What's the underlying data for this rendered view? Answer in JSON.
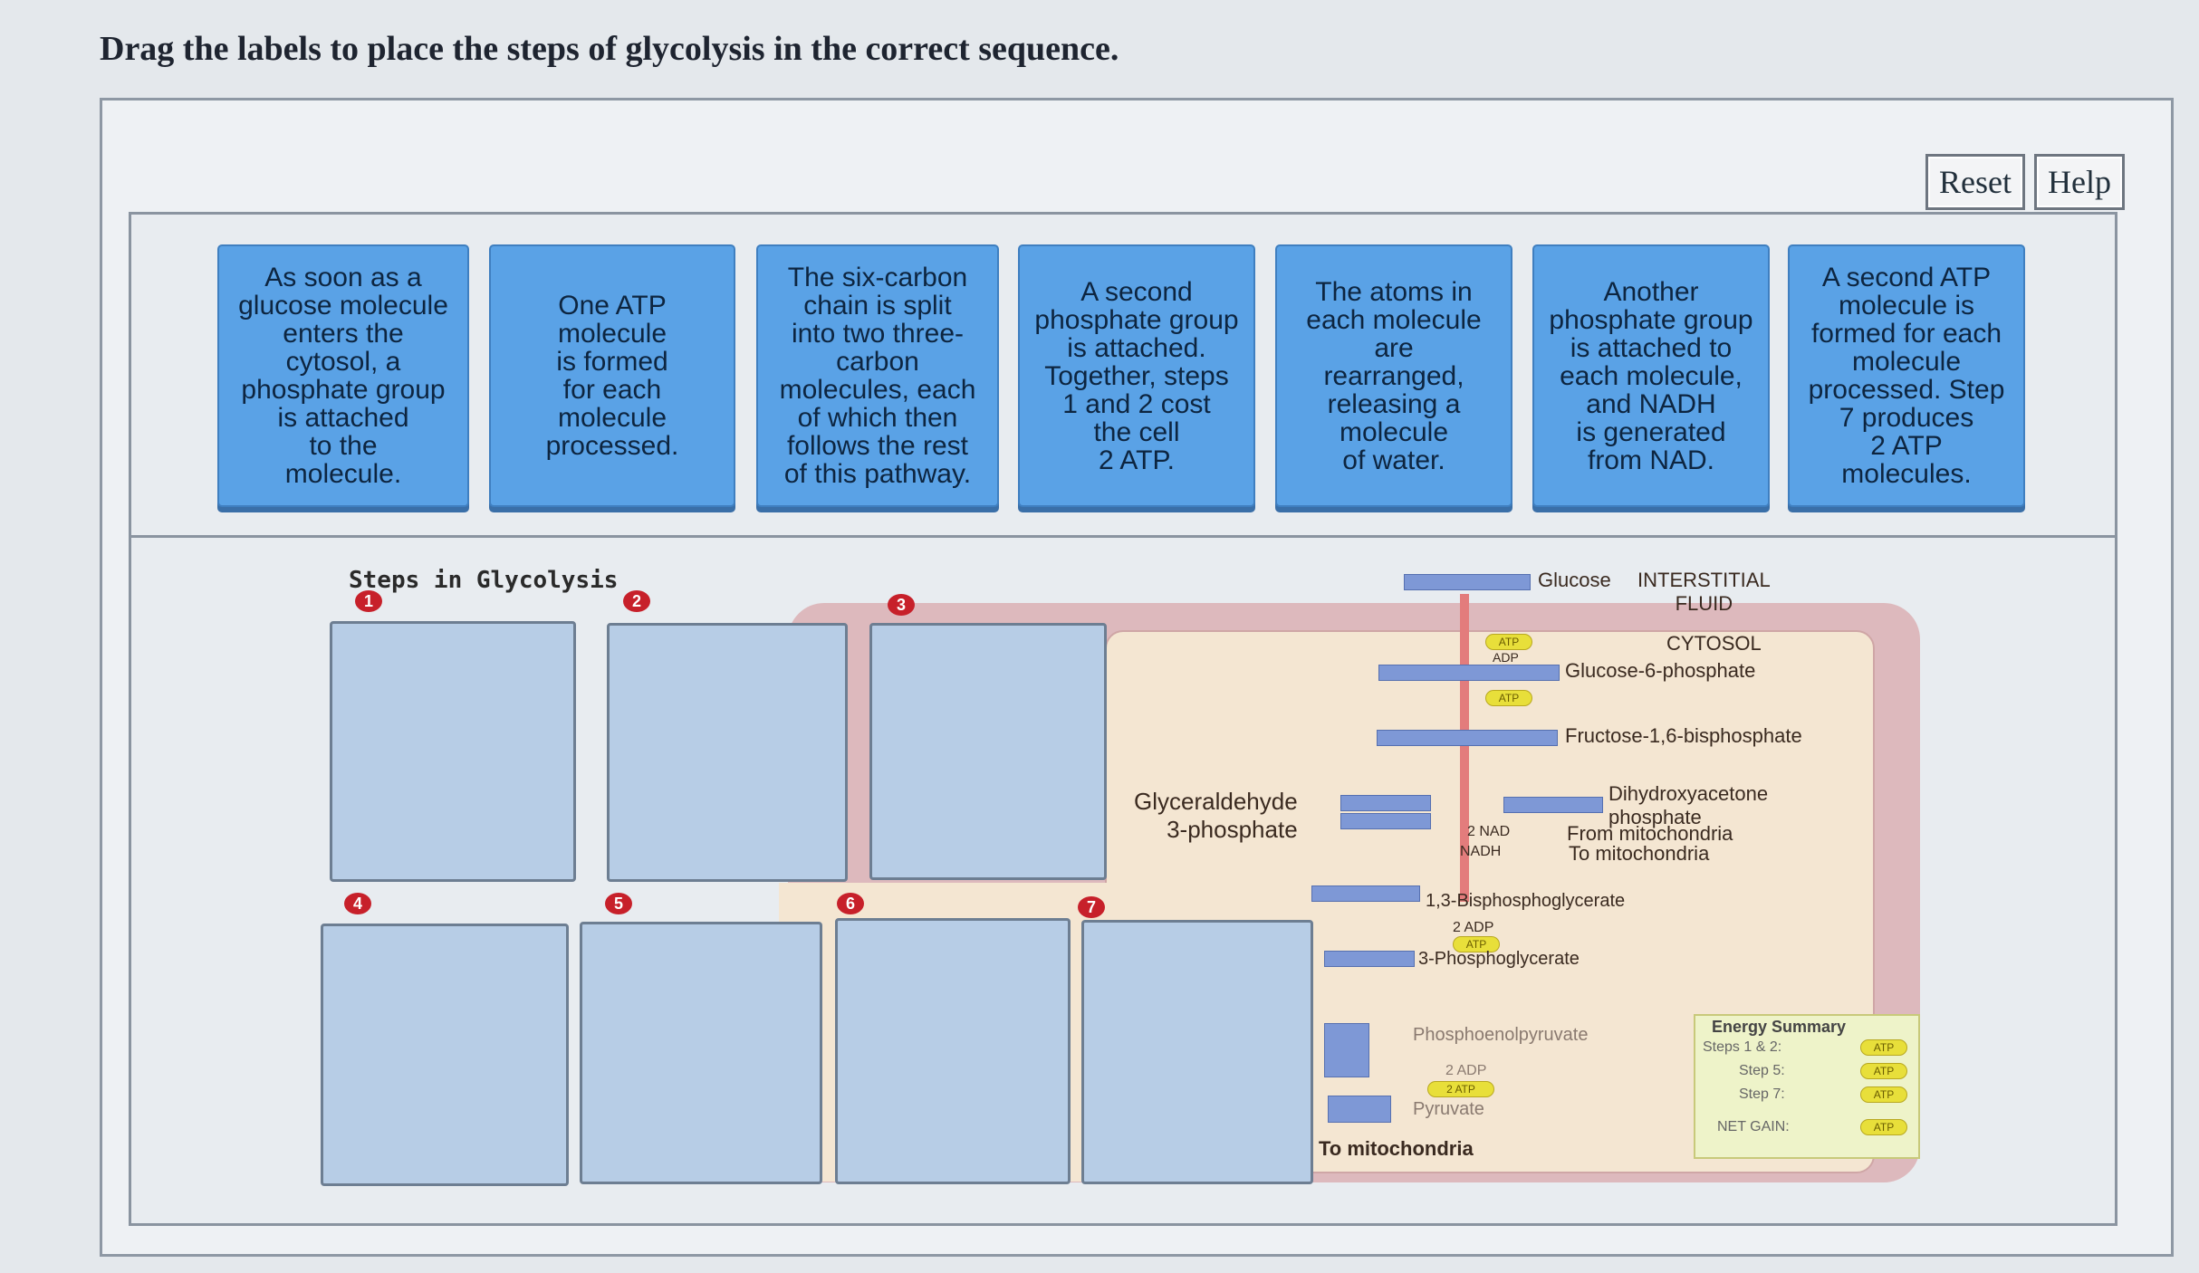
{
  "prompt": "Drag the labels to place the steps of glycolysis in the correct sequence.",
  "toolbar": {
    "reset_label": "Reset",
    "help_label": "Help"
  },
  "labels": [
    "As soon as a\nglucose molecule\nenters the\ncytosol, a\nphosphate group\nis attached\nto the\nmolecule.",
    "One ATP\nmolecule\nis formed\nfor each\nmolecule\nprocessed.",
    "The six-carbon\nchain is split\ninto two three-\ncarbon\nmolecules, each\nof which then\nfollows the rest\nof this pathway.",
    "A second\nphosphate group\nis attached.\nTogether, steps\n1 and 2 cost\nthe cell\n2 ATP.",
    "The atoms in\neach molecule\nare\nrearranged,\nreleasing a\nmolecule\nof water.",
    "Another\nphosphate group\nis attached to\neach molecule,\nand NADH\nis generated\nfrom NAD.",
    "A second ATP\nmolecule is\nformed for each\nmolecule\nprocessed. Step\n7 produces\n2 ATP\nmolecules."
  ],
  "diagram": {
    "title": "Steps in Glycolysis",
    "step_numbers": [
      "1",
      "2",
      "3",
      "4",
      "5",
      "6",
      "7"
    ],
    "glucose": "Glucose",
    "interstitial": "INTERSTITIAL\nFLUID",
    "cytosol": "CYTOSOL",
    "g6p": "Glucose-6-phosphate",
    "f16bp": "Fructose-1,6-bisphosphate",
    "g3p": "Glyceraldehyde\n3-phosphate",
    "dhap": "Dihydroxyacetone\nphosphate",
    "from_mito": "From mitochondria",
    "to_mito": "To mitochondria",
    "nad": "2 NAD",
    "nadh": "NADH",
    "bpg": "1,3-Bisphosphoglycerate",
    "adp1": "2 ADP",
    "atp1": "ATP",
    "pg3": "3-Phosphoglycerate",
    "pep": "Phosphoenolpyruvate",
    "adp2": "2 ADP",
    "atp2": "2 ATP",
    "pyruvate": "Pyruvate",
    "to_mitochondria": "To mitochondria",
    "atp_top": "ATP",
    "adp_top": "ADP"
  },
  "energy_summary": {
    "title": "Energy Summary",
    "rows": [
      "Steps 1 & 2:",
      "Step 5:",
      "Step 7:",
      "NET GAIN:"
    ],
    "badge": "ATP"
  }
}
